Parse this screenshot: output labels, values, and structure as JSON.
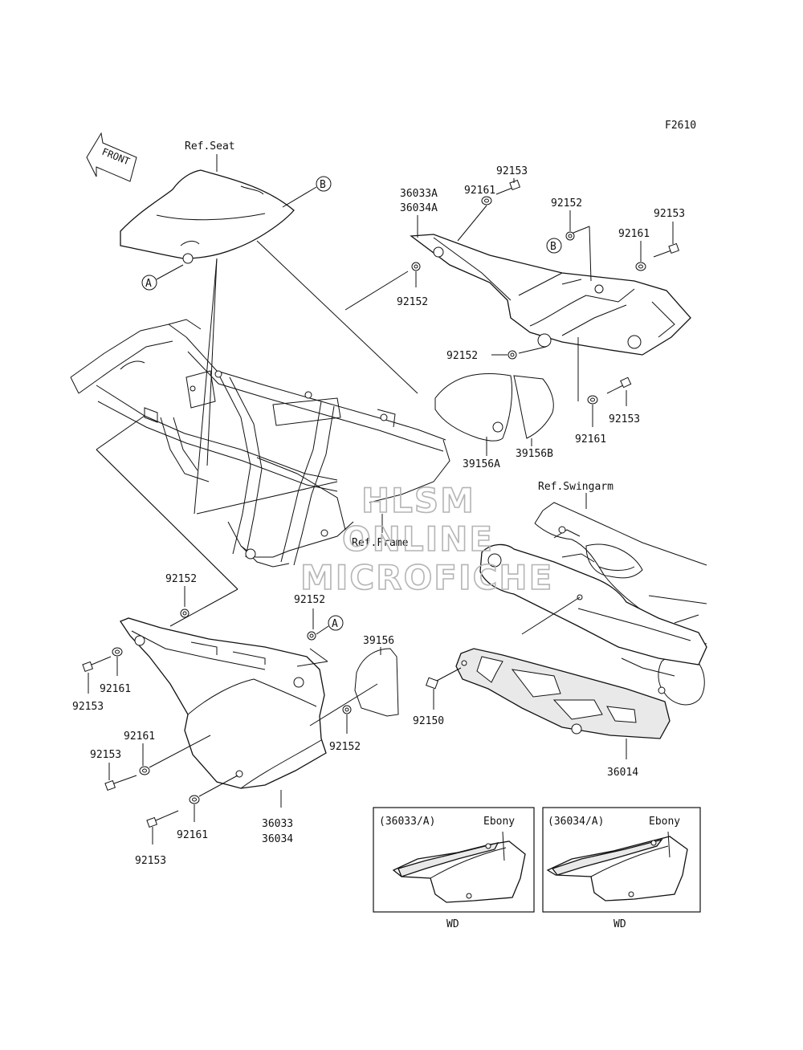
{
  "figure_code": "F2610",
  "front_arrow_text": "FRONT",
  "watermark": [
    "HLSM",
    "ONLINE",
    "MICROFICHE"
  ],
  "ref_labels": {
    "seat": "Ref.Seat",
    "swingarm": "Ref.Swingarm",
    "frame": "Ref.Frame"
  },
  "callouts": {
    "a": "A",
    "b": "B"
  },
  "part_numbers": {
    "p36033A": "36033A",
    "p36034A": "36034A",
    "p92153_a": "92153",
    "p92161_a": "92161",
    "p92152_a": "92152",
    "p92153_b": "92153",
    "p92161_b": "92161",
    "p92152_b": "92152",
    "p92152_c": "92152",
    "p92153_c": "92153",
    "p92161_c": "92161",
    "p39156A": "39156A",
    "p39156B": "39156B",
    "p92152_d": "92152",
    "p92152_e": "92152",
    "p39156": "39156",
    "p92161_d": "92161",
    "p92153_d": "92153",
    "p92161_e": "92161",
    "p92153_e": "92153",
    "p92152_f": "92152",
    "p36033": "36033",
    "p36034": "36034",
    "p92161_f": "92161",
    "p92153_f": "92153",
    "p92150": "92150",
    "p36014": "36014"
  },
  "inset_left": {
    "code": "(36033/A)",
    "color": "Ebony",
    "model": "WD"
  },
  "inset_right": {
    "code": "(36034/A)",
    "color": "Ebony",
    "model": "WD"
  }
}
